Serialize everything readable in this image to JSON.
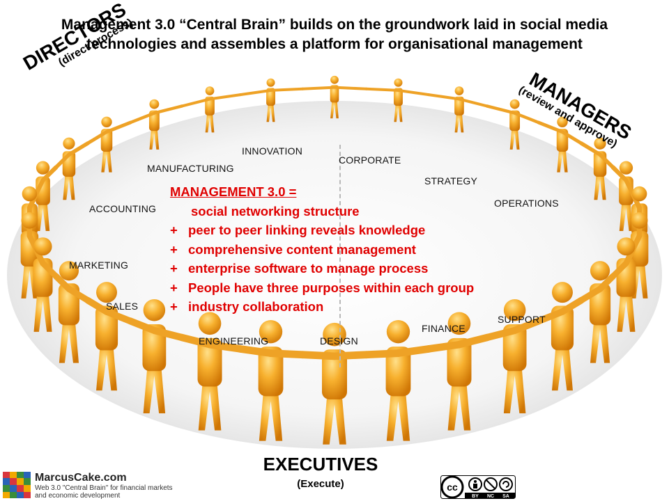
{
  "title": {
    "line1": "Management 3.0 “Central Brain” builds on the groundwork laid in social media",
    "line2": "technologies and assembles a platform for organisational management"
  },
  "roles": {
    "directors": {
      "label": "DIRECTORS",
      "sub": "(direct process)"
    },
    "managers": {
      "label": "MANAGERS",
      "sub": "(review and approve)"
    },
    "executives": {
      "label": "EXECUTIVES",
      "sub": "(Execute)"
    }
  },
  "departments": {
    "innovation": "INNOVATION",
    "corporate": "CORPORATE",
    "manufacturing": "MANUFACTURING",
    "strategy": "STRATEGY",
    "accounting": "ACCOUNTING",
    "operations": "OPERATIONS",
    "marketing": "MARKETING",
    "sales": "SALES",
    "finance": "FINANCE",
    "support": "SUPPORT",
    "engineering": "ENGINEERING",
    "design": "DESIGN"
  },
  "main_text": {
    "heading": "MANAGEMENT 3.0 =",
    "structure": "social networking structure",
    "plus": "+",
    "items": [
      "peer to peer linking reveals knowledge",
      "comprehensive content management",
      "enterprise software to manage process",
      "People have three purposes within each group",
      "industry collaboration"
    ]
  },
  "footer": {
    "brand": "MarcusCake.com",
    "tagline1": "Web 3.0 \"Central Brain\" for financial markets",
    "tagline2": "and economic development",
    "license": {
      "cc": "cc",
      "by": "BY",
      "nc": "NC",
      "sa": "SA"
    }
  },
  "colors": {
    "figure_light": "#ffc95a",
    "figure_mid": "#f5a623",
    "figure_dark": "#d67f0a",
    "highlight_text": "#e00000"
  },
  "icons": {
    "people_ring": "people-circle-illustration",
    "logo": "marcuscake-logo-icon",
    "license": "creative-commons-license-icon"
  }
}
